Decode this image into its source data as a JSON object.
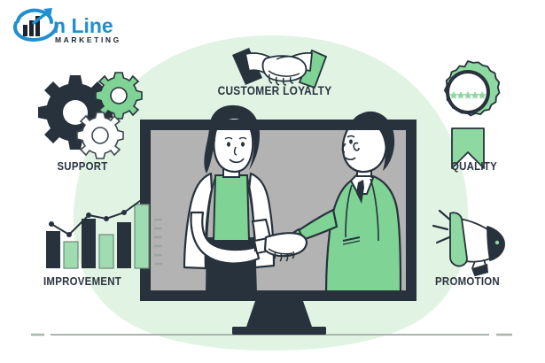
{
  "brand": {
    "logo_text_primary": "n Line",
    "logo_text_secondary": "MARKETING",
    "logo_icon": "bar-chart-swoosh-logo-icon",
    "colors": {
      "logo_blue": "#1f8fd0",
      "logo_dark": "#1b2430"
    }
  },
  "theme": {
    "background": "#ffffff",
    "blob_green": "#e1f4e4",
    "accent_green": "#7ed395",
    "dark": "#27323c",
    "screen_gray": "#b3b3b3",
    "ground_line": "#a9b6ad",
    "white": "#ffffff"
  },
  "features": [
    {
      "id": "support",
      "label": "SUPPORT",
      "icon": "gears-icon",
      "position": "left-top",
      "icon_parts": [
        "large-dark-gear",
        "small-green-gear",
        "outline-gear"
      ]
    },
    {
      "id": "improvement",
      "label": "IMPROVEMENT",
      "icon": "bar-chart-growth-icon",
      "position": "left-bottom",
      "bars": [
        "dark",
        "green",
        "dark",
        "green",
        "dark",
        "green"
      ],
      "bar_heights": [
        42,
        30,
        56,
        38,
        52,
        72
      ],
      "trend": "rising"
    },
    {
      "id": "customer-loyalty",
      "label": "CUSTOMER LOYALTY",
      "icon": "handshake-icon",
      "position": "top-center",
      "cuff_left_color": "dark",
      "cuff_right_color": "green"
    },
    {
      "id": "quality",
      "label": "QUALITY",
      "icon": "award-rosette-icon",
      "position": "right-top",
      "stars": 5
    },
    {
      "id": "promotion",
      "label": "PROMOTION",
      "icon": "megaphone-icon",
      "position": "right-bottom",
      "sound_lines": 3
    }
  ],
  "scene": {
    "name": "monitor-handshake-scene",
    "device": "desktop-monitor",
    "screen_color": "#b3b3b3",
    "people": [
      {
        "id": "woman",
        "description": "woman-with-bob-haircut",
        "hair": "dark",
        "jacket": "white-blazer",
        "top": "green-tank",
        "pants": "dark",
        "action": "handshake"
      },
      {
        "id": "man",
        "description": "man-in-green-suit",
        "hair": "dark",
        "jacket": "green-suit",
        "shirt": "white",
        "tie": "dark",
        "action": "handshake"
      }
    ]
  }
}
